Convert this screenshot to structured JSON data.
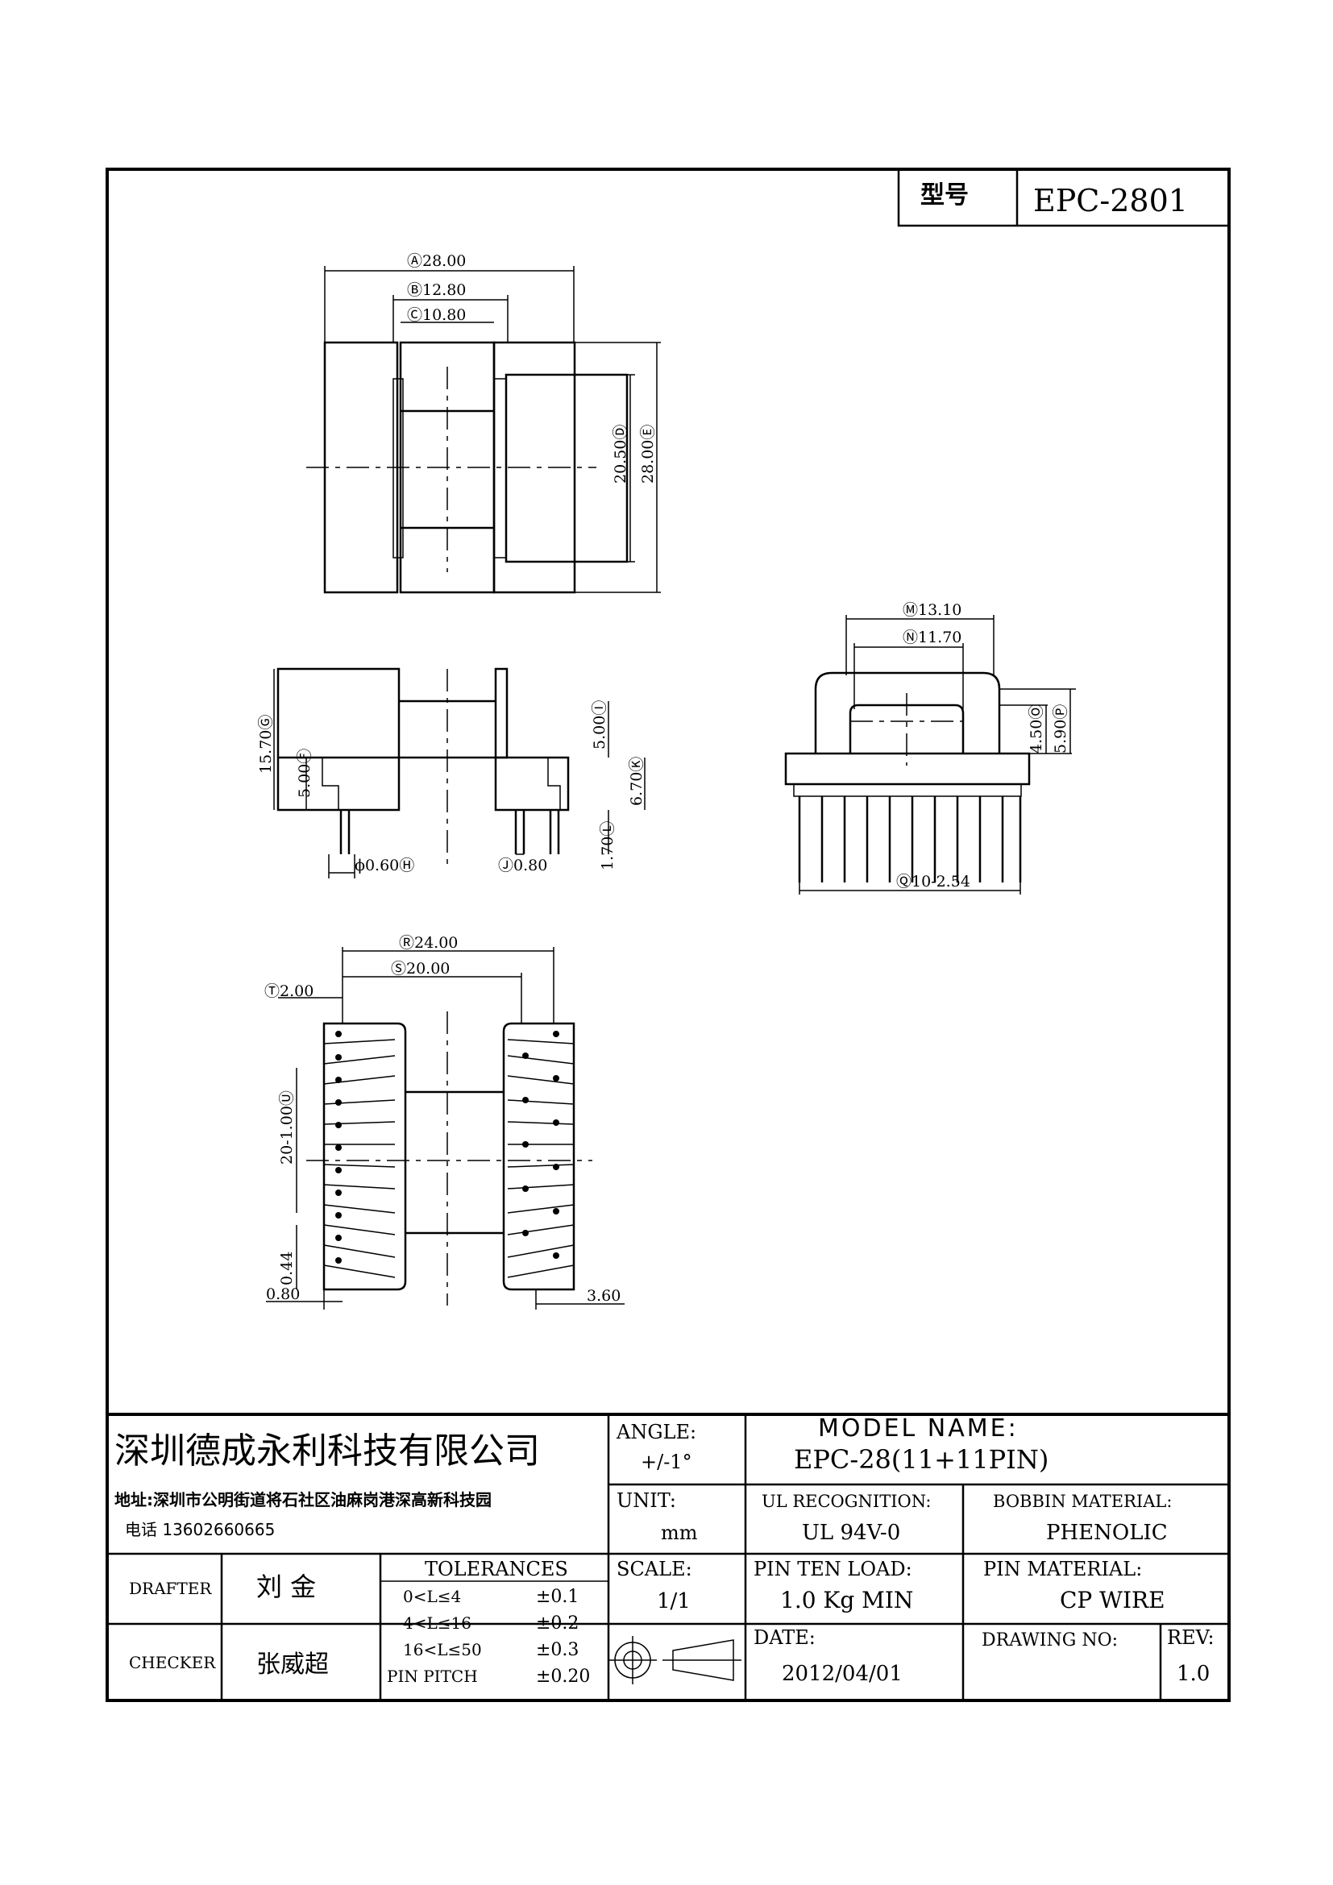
{
  "header": {
    "model_label": "型号",
    "model_value": "EPC-2801"
  },
  "top_view": {
    "dim_a": "Ⓐ28.00",
    "dim_b": "Ⓑ12.80",
    "dim_c": "Ⓒ10.80",
    "dim_d": "20.50Ⓓ",
    "dim_e": "28.00Ⓔ"
  },
  "side_view": {
    "dim_g": "15.70Ⓖ",
    "dim_f": "5.00Ⓕ",
    "dim_h": "ϕ0.60Ⓗ",
    "dim_i": "5.00Ⓘ",
    "dim_k": "6.70Ⓚ",
    "dim_j": "Ⓙ0.80",
    "dim_l": "1.70Ⓛ"
  },
  "front_view": {
    "dim_m": "Ⓜ13.10",
    "dim_n": "Ⓝ11.70",
    "dim_o": "4.50Ⓞ",
    "dim_p": "5.90Ⓟ",
    "dim_q": "Ⓠ10-2.54"
  },
  "bottom_view": {
    "dim_r": "Ⓡ24.00",
    "dim_s": "Ⓢ20.00",
    "dim_t": "Ⓣ2.00",
    "dim_u": "20-1.00Ⓤ",
    "dim_044": "0.44",
    "dim_080": "0.80",
    "dim_360": "3.60"
  },
  "title_block": {
    "company": "深圳德成永利科技有限公司",
    "address": "地址:深圳市公明街道将石社区油麻岗港深高新科技园",
    "phone": "电话 13602660665",
    "angle_label": "ANGLE:",
    "angle_value": "+/-1°",
    "model_name_label": "MODEL NAME:",
    "model_name_value": "EPC-28(11+11PIN)",
    "unit_label": "UNIT:",
    "unit_value": "mm",
    "ul_label": "UL RECOGNITION:",
    "ul_value": "UL 94V-0",
    "bobbin_label": "BOBBIN MATERIAL:",
    "bobbin_value": "PHENOLIC",
    "drafter_label": "DRAFTER",
    "drafter_value": "刘 金",
    "checker_label": "CHECKER",
    "checker_value": "张威超",
    "tolerances_label": "TOLERANCES",
    "tol_rows": [
      {
        "range": "0<L≤4",
        "value": "±0.1"
      },
      {
        "range": "4<L≤16",
        "value": "±0.2"
      },
      {
        "range": "16<L≤50",
        "value": "±0.3"
      },
      {
        "range": "PIN PITCH",
        "value": "±0.20"
      }
    ],
    "scale_label": "SCALE:",
    "scale_value": "1/1",
    "pin_load_label": "PIN TEN LOAD:",
    "pin_load_value": "1.0 Kg MIN",
    "pin_material_label": "PIN MATERIAL:",
    "pin_material_value": "CP WIRE",
    "date_label": "DATE:",
    "date_value": "2012/04/01",
    "drawing_no_label": "DRAWING NO:",
    "rev_label": "REV:",
    "rev_value": "1.0"
  }
}
